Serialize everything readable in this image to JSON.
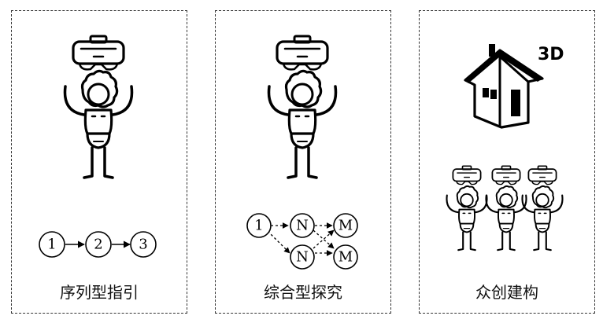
{
  "panels": [
    {
      "caption": "序列型指引",
      "icons": [
        "vr-headset-icon",
        "person-icon"
      ],
      "flow": {
        "nodes": [
          "1",
          "2",
          "3"
        ]
      }
    },
    {
      "caption": "综合型探究",
      "icons": [
        "vr-headset-icon",
        "person-icon"
      ],
      "flow": {
        "nodes": [
          "1",
          "N",
          "M",
          "N",
          "M"
        ]
      }
    },
    {
      "caption": "众创建构",
      "icons": [
        "house-icon",
        "vr-headset-icon",
        "person-icon"
      ],
      "badge": "3D"
    }
  ]
}
